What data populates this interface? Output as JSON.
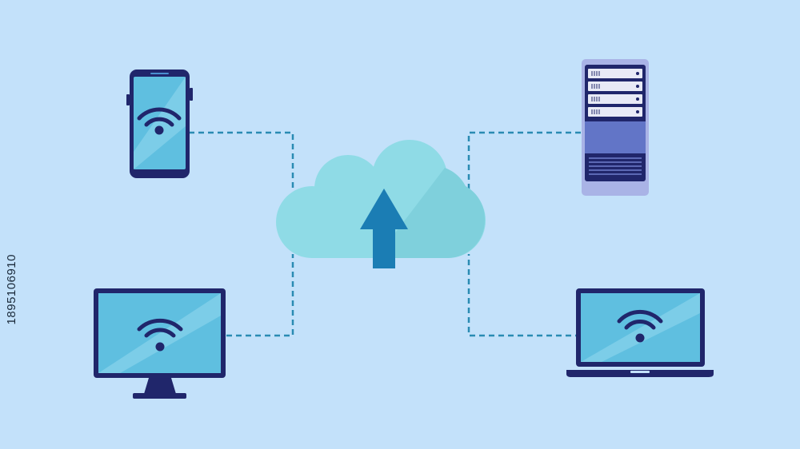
{
  "scene": {
    "background": "#c3e1fa",
    "side_id": "1895106910",
    "colors": {
      "navy": "#20266b",
      "screen": "#5fbfe0",
      "screen_glare": "#7ccde8",
      "connector": "#2a8bb3",
      "cloud": "#8fdbe6",
      "cloud_shade": "#7fd0dc",
      "arrow": "#1b7db4",
      "server_body": "#a9b3e6",
      "server_panel": "#6275c7",
      "server_slot": "#e8eaf6"
    }
  },
  "nodes": [
    {
      "id": "smartphone",
      "icon": "smartphone-icon",
      "wifi": true
    },
    {
      "id": "desktop-monitor",
      "icon": "monitor-icon",
      "wifi": true
    },
    {
      "id": "server-tower",
      "icon": "server-icon",
      "wifi": false
    },
    {
      "id": "laptop",
      "icon": "laptop-icon",
      "wifi": true
    }
  ],
  "hub": {
    "icon": "cloud-upload-icon",
    "action": "upload"
  },
  "connections": [
    "smartphone",
    "desktop-monitor",
    "server-tower",
    "laptop"
  ]
}
